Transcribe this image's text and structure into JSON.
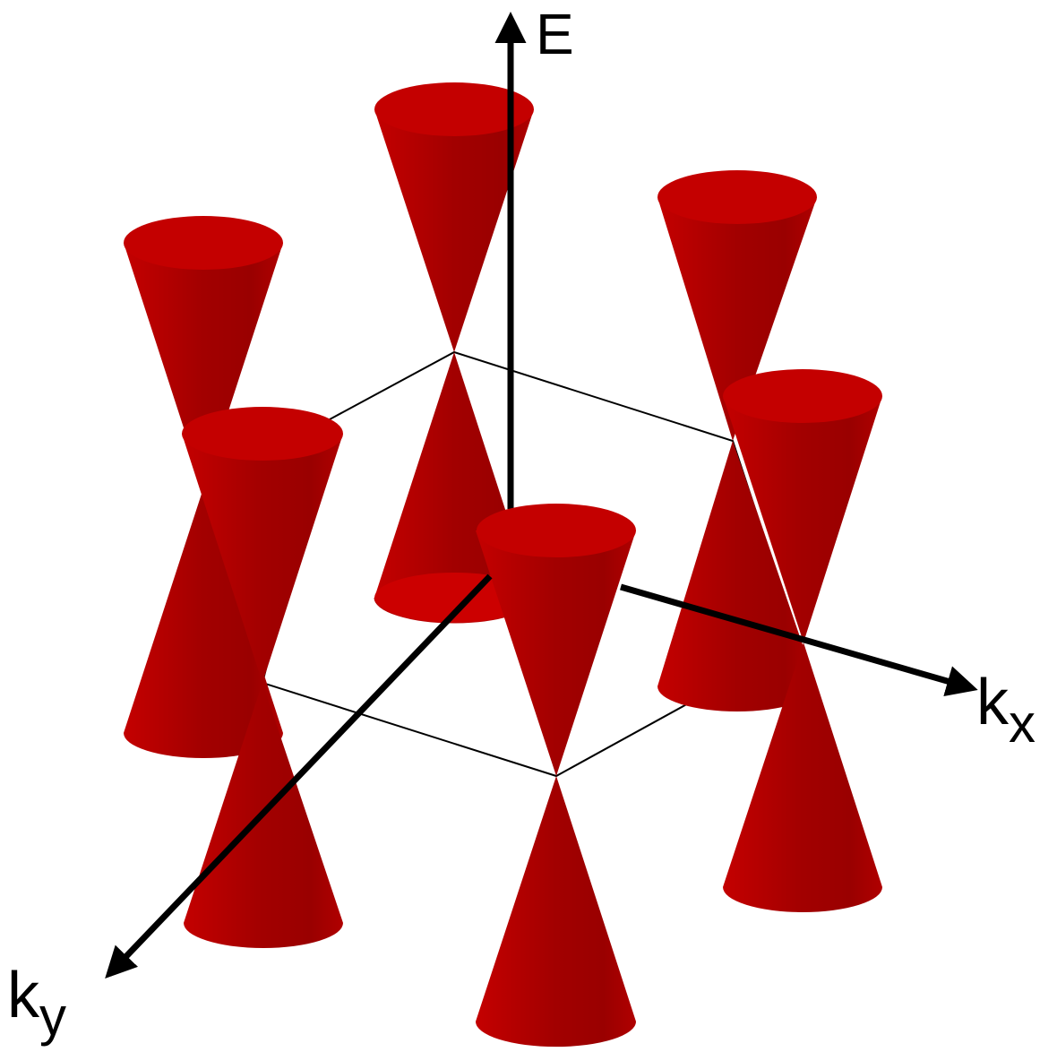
{
  "labels": {
    "energy_axis": "E",
    "kx_base": "k",
    "kx_sub": "x",
    "ky_base": "k",
    "ky_sub": "y"
  },
  "colors": {
    "cone_light": "#c40000",
    "cone_mid": "#a60000",
    "cone_dark": "#8a0000",
    "cap": "#c20000",
    "bottom_cap": "#cc0000",
    "axis": "#000000",
    "hexagon": "#000000",
    "background": "#ffffff"
  },
  "cones": [
    {
      "name": "dirac-cone-top"
    },
    {
      "name": "dirac-cone-upper-left"
    },
    {
      "name": "dirac-cone-upper-right"
    },
    {
      "name": "dirac-cone-lower-left"
    },
    {
      "name": "dirac-cone-lower-right"
    },
    {
      "name": "dirac-cone-bottom"
    }
  ]
}
